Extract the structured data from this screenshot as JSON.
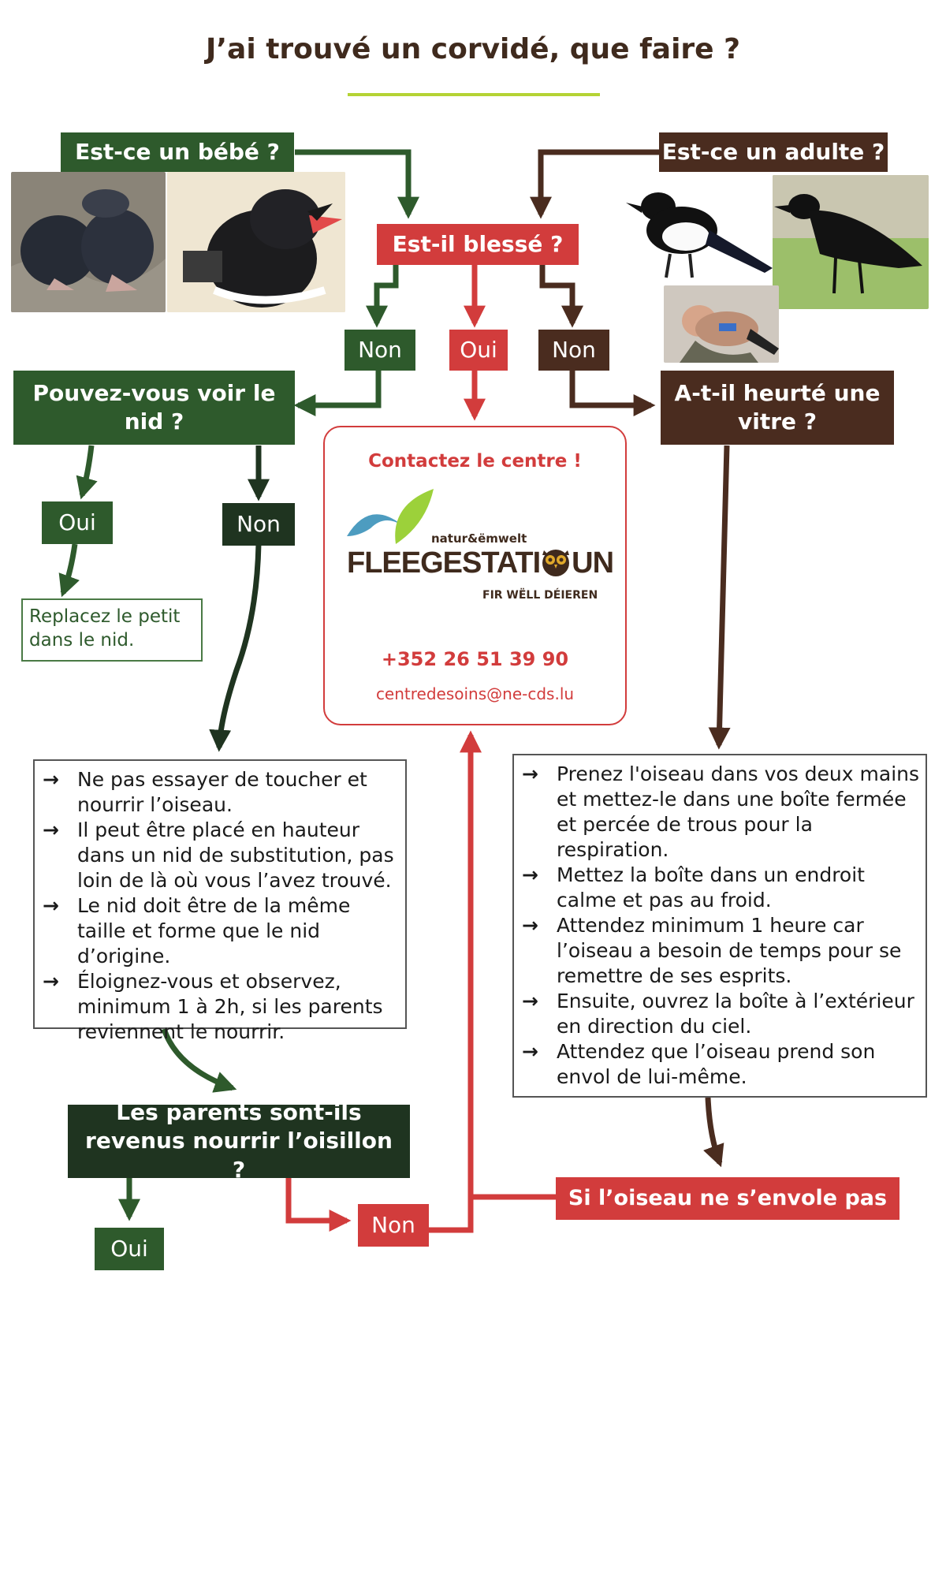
{
  "title": "J’ai trouvé un corvidé, que faire ?",
  "colors": {
    "dark_green": "#2e5a2c",
    "very_dark_green": "#1f3420",
    "brown": "#4a2c1f",
    "red": "#d23c3c",
    "accent_line": "#b5d334"
  },
  "nodes": {
    "baby_question": "Est-ce un bébé ?",
    "adult_question": "Est-ce un adulte ?",
    "injured_question": "Est-il blessé ?",
    "injured_no_left": "Non",
    "injured_yes": "Oui",
    "injured_no_right": "Non",
    "nest_question": "Pouvez-vous voir le nid ?",
    "window_question": "A-t-il heurté une vitre ?",
    "nest_yes": "Oui",
    "nest_no": "Non",
    "replace_text": "Replacez le petit dans le nid.",
    "parents_question": "Les parents sont-ils revenus nourrir l’oisillon ?",
    "parents_yes": "Oui",
    "parents_no": "Non",
    "no_flight": "Si l’oiseau ne s’envole pas"
  },
  "contact": {
    "heading": "Contactez le centre !",
    "logo_top": "natur&ëmwelt",
    "logo_main_left": "FLEEGESTATI",
    "logo_main_right": "UN",
    "logo_sub": "FIR WËLL DÉIEREN",
    "phone": "+352 26 51 39 90",
    "email": "centredesoins@ne-cds.lu"
  },
  "nest_instructions": [
    "Ne pas essayer de toucher et nourrir l’oiseau.",
    "Il peut être placé en hauteur dans un nid de substitution, pas loin de là où vous l’avez trouvé.",
    "Le nid doit être de la même taille et forme que le nid d’origine.",
    "Éloignez-vous et observez, minimum 1 à 2h, si les parents reviennent le nourrir."
  ],
  "window_instructions": [
    "Prenez l'oiseau dans vos deux mains et mettez-le dans une boîte fermée et percée de trous pour la respiration.",
    "Mettez la boîte dans un endroit calme et pas au froid.",
    "Attendez minimum 1 heure car l’oiseau a besoin de temps pour se remettre de ses esprits.",
    "Ensuite, ouvrez la boîte à l’extérieur en direction du ciel.",
    "Attendez que l’oiseau prend son envol de lui-même."
  ],
  "icons": {
    "list_bullet": "arrow-right-icon",
    "list_bullet_glyph": "→"
  }
}
